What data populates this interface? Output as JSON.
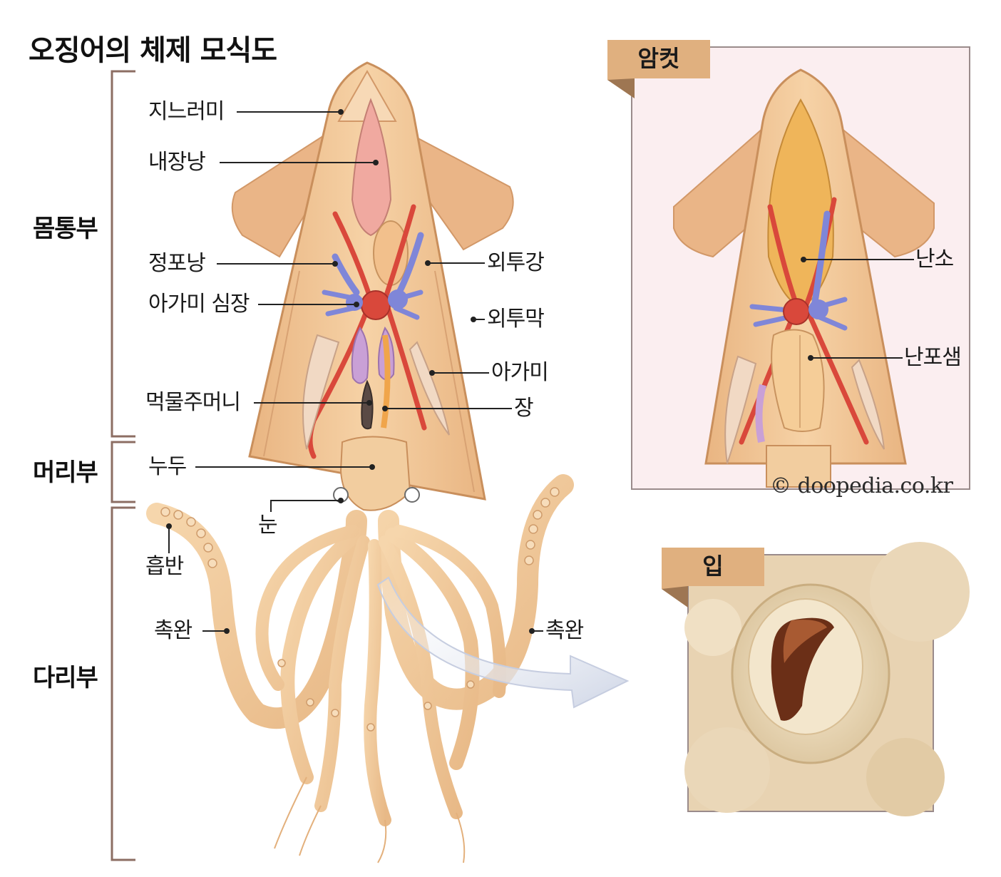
{
  "title": "오징어의 체제 모식도",
  "sections": {
    "body": "몸통부",
    "head": "머리부",
    "legs": "다리부"
  },
  "labels": {
    "fin": "지느러미",
    "visceral_sac": "내장낭",
    "spermatophore_sac": "정포낭",
    "gill_heart": "아가미 심장",
    "mantle_cavity": "외투강",
    "mantle": "외투막",
    "gill": "아가미",
    "ink_sac": "먹물주머니",
    "intestine": "장",
    "funnel": "누두",
    "eye": "눈",
    "sucker": "흡반",
    "tentacle_left": "촉완",
    "tentacle_right": "촉완"
  },
  "female_panel": {
    "tag": "암컷",
    "ovary": "난소",
    "nidamental_gland": "난포샘"
  },
  "mouth_panel": {
    "tag": "입"
  },
  "credit": "© doopedia.co.kr",
  "colors": {
    "skin": "#f2c694",
    "skin_dark": "#c98f5c",
    "artery": "#d9483b",
    "vein": "#7f86d8",
    "tag_bg": "#e0b07f",
    "panel_bg": "#fbeef0",
    "bracket": "#8c6e63"
  }
}
